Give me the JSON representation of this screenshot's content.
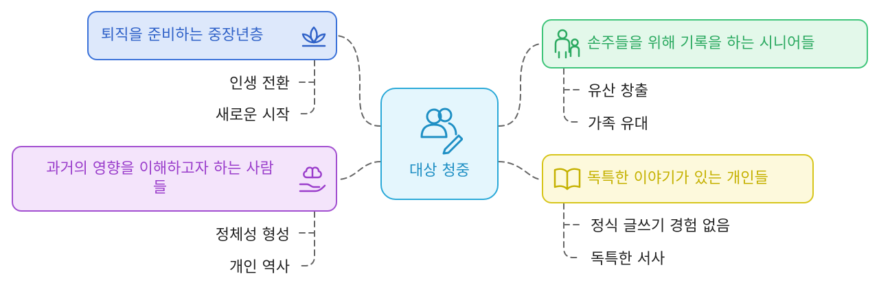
{
  "center": {
    "label": "대상 청중",
    "icon": "users-edit-icon"
  },
  "branches": [
    {
      "id": "tl",
      "label": "퇴직을 준비하는 중장년층",
      "icon": "lotus-icon",
      "color": "#3b72d9",
      "children": [
        "인생 전환",
        "새로운 시작"
      ]
    },
    {
      "id": "bl",
      "label_lines": [
        "과거의 영향을 이해하고자 하는 사람",
        "들"
      ],
      "icon": "brain-hand-icon",
      "color": "#a24fd0",
      "children": [
        "정체성 형성",
        "개인 역사"
      ]
    },
    {
      "id": "tr",
      "label": "손주들을 위해 기록을 하는 시니어들",
      "icon": "grandparent-child-icon",
      "color": "#3fc57a",
      "children": [
        "유산 창출",
        "가족 유대"
      ]
    },
    {
      "id": "br",
      "label": "독특한 이야기가 있는 개인들",
      "icon": "open-book-icon",
      "color": "#d7c51b",
      "children": [
        "정식 글쓰기 경험 없음",
        "독특한 서사"
      ]
    }
  ]
}
